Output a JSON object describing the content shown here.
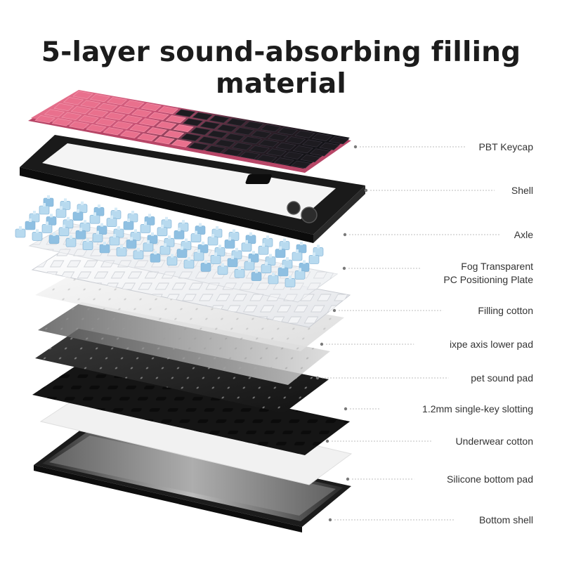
{
  "title": "5-layer sound-absorbing filling material",
  "layers": [
    {
      "id": "pbt-keycap",
      "label": "PBT Keycap"
    },
    {
      "id": "shell",
      "label": "Shell"
    },
    {
      "id": "axle",
      "label": "Axle"
    },
    {
      "id": "fog-plate",
      "label_lines": [
        "Fog Transparent",
        "PC Positioning Plate"
      ]
    },
    {
      "id": "filling-cotton",
      "label": "Filling cotton"
    },
    {
      "id": "ixpe-pad",
      "label": "ixpe axis lower pad"
    },
    {
      "id": "pet-pad",
      "label": "pet sound pad"
    },
    {
      "id": "slotting",
      "label": "1.2mm single-key slotting"
    },
    {
      "id": "underwear-cotton",
      "label": "Underwear cotton"
    },
    {
      "id": "silicone-pad",
      "label": "Silicone bottom pad"
    },
    {
      "id": "bottom-shell",
      "label": "Bottom shell"
    }
  ],
  "colors": {
    "keycap_pink": "#e8748f",
    "keycap_black": "#1a1a1e",
    "switch_blue": "#a8cfe8",
    "frame_black": "#161616",
    "leader_line": "#bcbcbc"
  }
}
